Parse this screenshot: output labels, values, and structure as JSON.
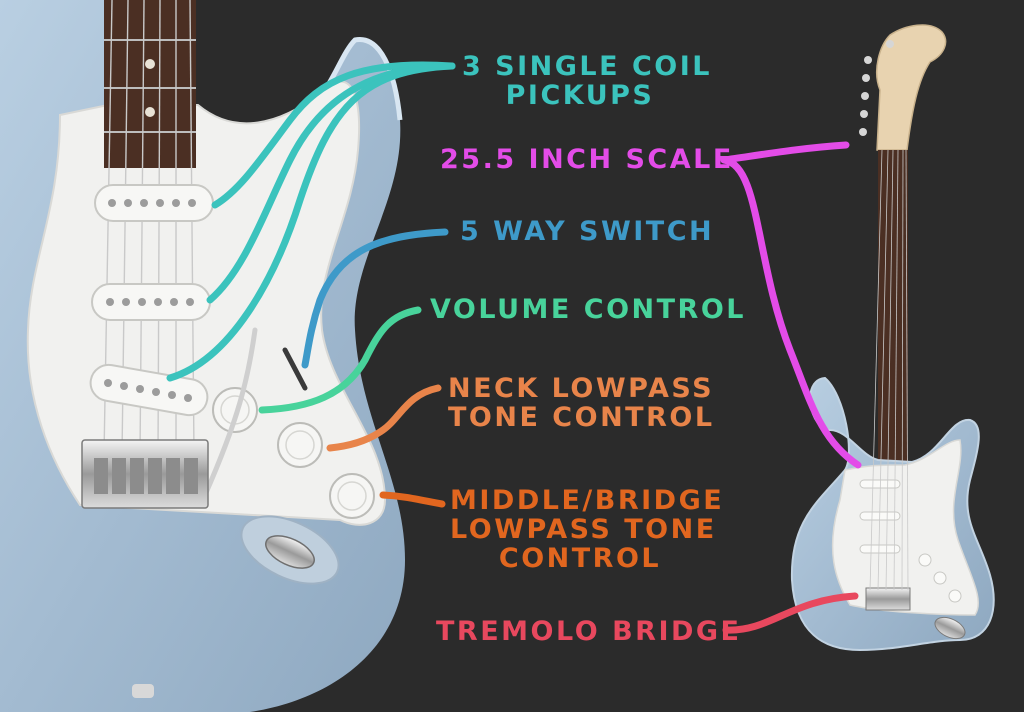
{
  "labels": {
    "pickups": {
      "lines": [
        "3 SINGLE COIL",
        "PICKUPS"
      ],
      "color": "#3bc3bd"
    },
    "scale": {
      "lines": [
        "25.5 INCH SCALE"
      ],
      "color": "#e34ce8"
    },
    "switch": {
      "lines": [
        "5 WAY SWITCH"
      ],
      "color": "#3e9ac9"
    },
    "volume": {
      "lines": [
        "VOLUME CONTROL"
      ],
      "color": "#48d39b"
    },
    "neck_tone": {
      "lines": [
        "NECK LOWPASS",
        "TONE CONTROL"
      ],
      "color": "#e8844a"
    },
    "bridge_tone": {
      "lines": [
        "MIDDLE/BRIDGE",
        "LOWPASS TONE",
        "CONTROL"
      ],
      "color": "#e1661f"
    },
    "tremolo": {
      "lines": [
        "TREMOLO BRIDGE"
      ],
      "color": "#e8485e"
    }
  },
  "colors": {
    "background": "#2b2b2b",
    "guitar_body": "#a9c1d6",
    "pickguard": "#f2f2f0",
    "fretboard": "#4b2f23",
    "headstock": "#e8d3b0"
  }
}
